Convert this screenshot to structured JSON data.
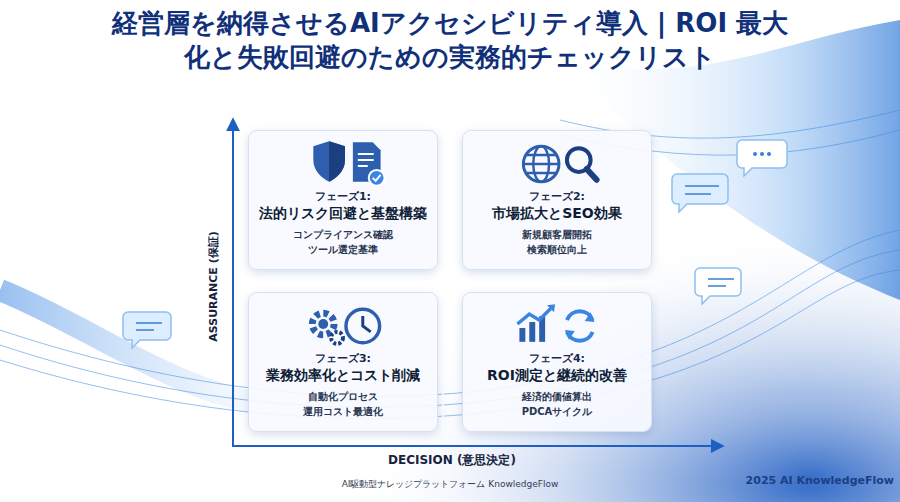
{
  "diagram": {
    "title": "経営層を納得させるAIアクセシビリティ導入 | ROI 最大化と失敗回避のための実務的チェックリスト",
    "caption": "AI駆動型ナレッジプラットフォーム KnowledgeFlow",
    "nodes": [
      {
        "text": [
          "フェーズ1:",
          "法的リスク回避と基盤構築",
          "コンプライアンス確認",
          "ツール選定基準"
        ]
      },
      {
        "text": [
          "フェーズ2:",
          "市場拡大とSEO効果",
          "新規顧客層開拓",
          "検索順位向上"
        ]
      },
      {
        "text": [
          "フェーズ3:",
          "業務効率化とコスト削減",
          "自動化プロセス",
          "運用コスト最適化"
        ]
      },
      {
        "text": [
          "フェーズ4:",
          "ROI測定と継続的改善",
          "経済的価値算出",
          "PDCAサイクル"
        ]
      }
    ],
    "labels": [
      "ASSURANCE (保証)",
      "DECISION (意思決定)",
      "2025 AI KnowledgeFlow"
    ]
  }
}
